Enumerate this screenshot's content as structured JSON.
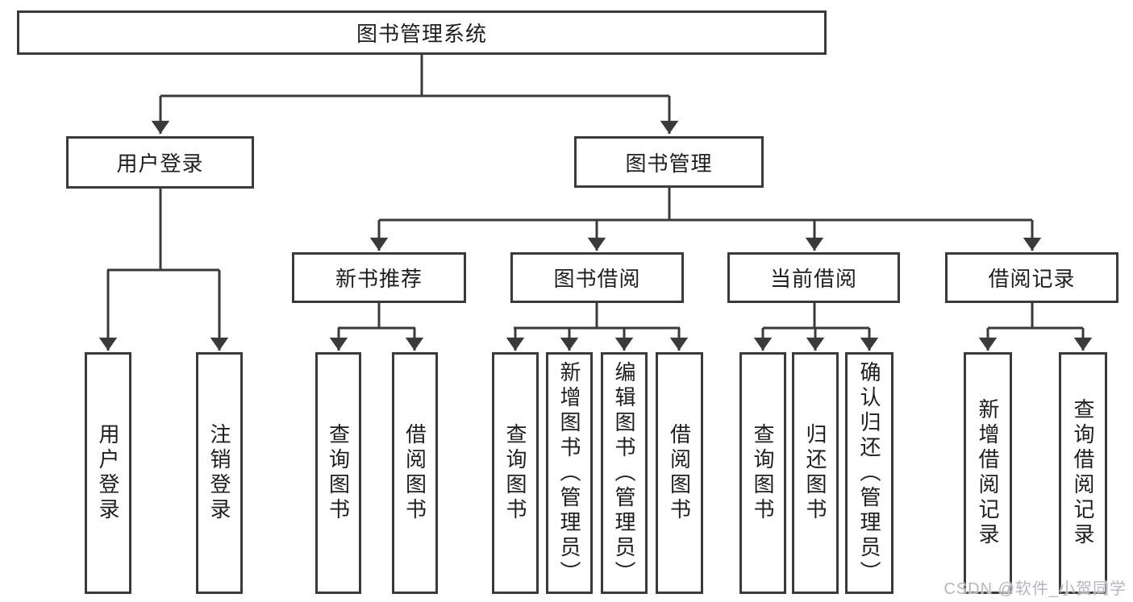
{
  "diagram": {
    "root": {
      "label": "图书管理系统"
    },
    "level2": [
      {
        "label": "用户登录",
        "children": [
          {
            "label": "用户登录"
          },
          {
            "label": "注销登录"
          }
        ]
      },
      {
        "label": "图书管理",
        "children": [
          {
            "label": "新书推荐",
            "children": [
              {
                "label": "查询图书"
              },
              {
                "label": "借阅图书"
              }
            ]
          },
          {
            "label": "图书借阅",
            "children": [
              {
                "label": "查询图书"
              },
              {
                "label": "新增图书（管理员）"
              },
              {
                "label": "编辑图书（管理员）"
              },
              {
                "label": "借阅图书"
              }
            ]
          },
          {
            "label": "当前借阅",
            "children": [
              {
                "label": "查询图书"
              },
              {
                "label": "归还图书"
              },
              {
                "label": "确认归还（管理员）"
              }
            ]
          },
          {
            "label": "借阅记录",
            "children": [
              {
                "label": "新增借阅记录"
              },
              {
                "label": "查询借阅记录"
              }
            ]
          }
        ]
      }
    ]
  },
  "watermark": {
    "text": "CSDN @软件_小贺同学"
  },
  "colors": {
    "line": "#3a3a3a",
    "text": "#1e1e1e",
    "watermark": "#b4b8bc",
    "background": "#ffffff"
  }
}
